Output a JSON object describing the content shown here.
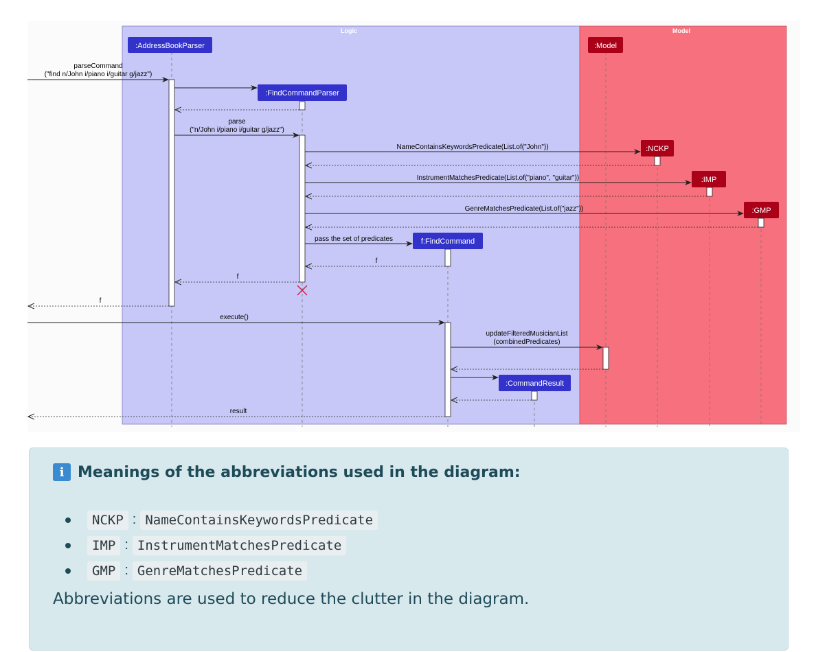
{
  "diagram": {
    "groups": {
      "logic": "Logic",
      "model": "Model"
    },
    "participants": {
      "address_book_parser": ":AddressBookParser",
      "find_command_parser": ":FindCommandParser",
      "find_command": "f:FindCommand",
      "command_result": ":CommandResult",
      "model": ":Model",
      "nckp": ":NCKP",
      "imp": ":IMP",
      "gmp": ":GMP"
    },
    "messages": {
      "parse_command_1": "parseCommand",
      "parse_command_2": "(\"find n/John i/piano i/guitar g/jazz\")",
      "parse_1": "parse",
      "parse_2": "(\"n/John i/piano i/guitar g/jazz\")",
      "nckp_create": "NameContainsKeywordsPredicate(List.of(\"John\"))",
      "imp_create": "InstrumentMatchesPredicate(List.of(\"piano\", \"guitar\"))",
      "gmp_create": "GenreMatchesPredicate(List.of(\"jazz\"))",
      "pass_predicates": "pass the set of predicates",
      "return_f_1": "f",
      "return_f_2": "f",
      "return_f_3": "f",
      "execute": "execute()",
      "update_list_1": "updateFilteredMusicianList",
      "update_list_2": "(combinedPredicates)",
      "result": "result"
    },
    "colors": {
      "logic_bg": "#c8c8f8",
      "model_bg": "#f7707e",
      "logic_box": "#3333cc",
      "model_box": "#aa0018",
      "destroy": "#cc2244"
    }
  },
  "callout": {
    "icon": "info-icon",
    "title": "Meanings of the abbreviations used in the diagram:",
    "items": [
      {
        "abbr": "NCKP",
        "separator": ":",
        "full": "NameContainsKeywordsPredicate"
      },
      {
        "abbr": "IMP",
        "separator": ":",
        "full": "InstrumentMatchesPredicate"
      },
      {
        "abbr": "GMP",
        "separator": ":",
        "full": "GenreMatchesPredicate"
      }
    ],
    "note": "Abbreviations are used to reduce the clutter in the diagram."
  }
}
